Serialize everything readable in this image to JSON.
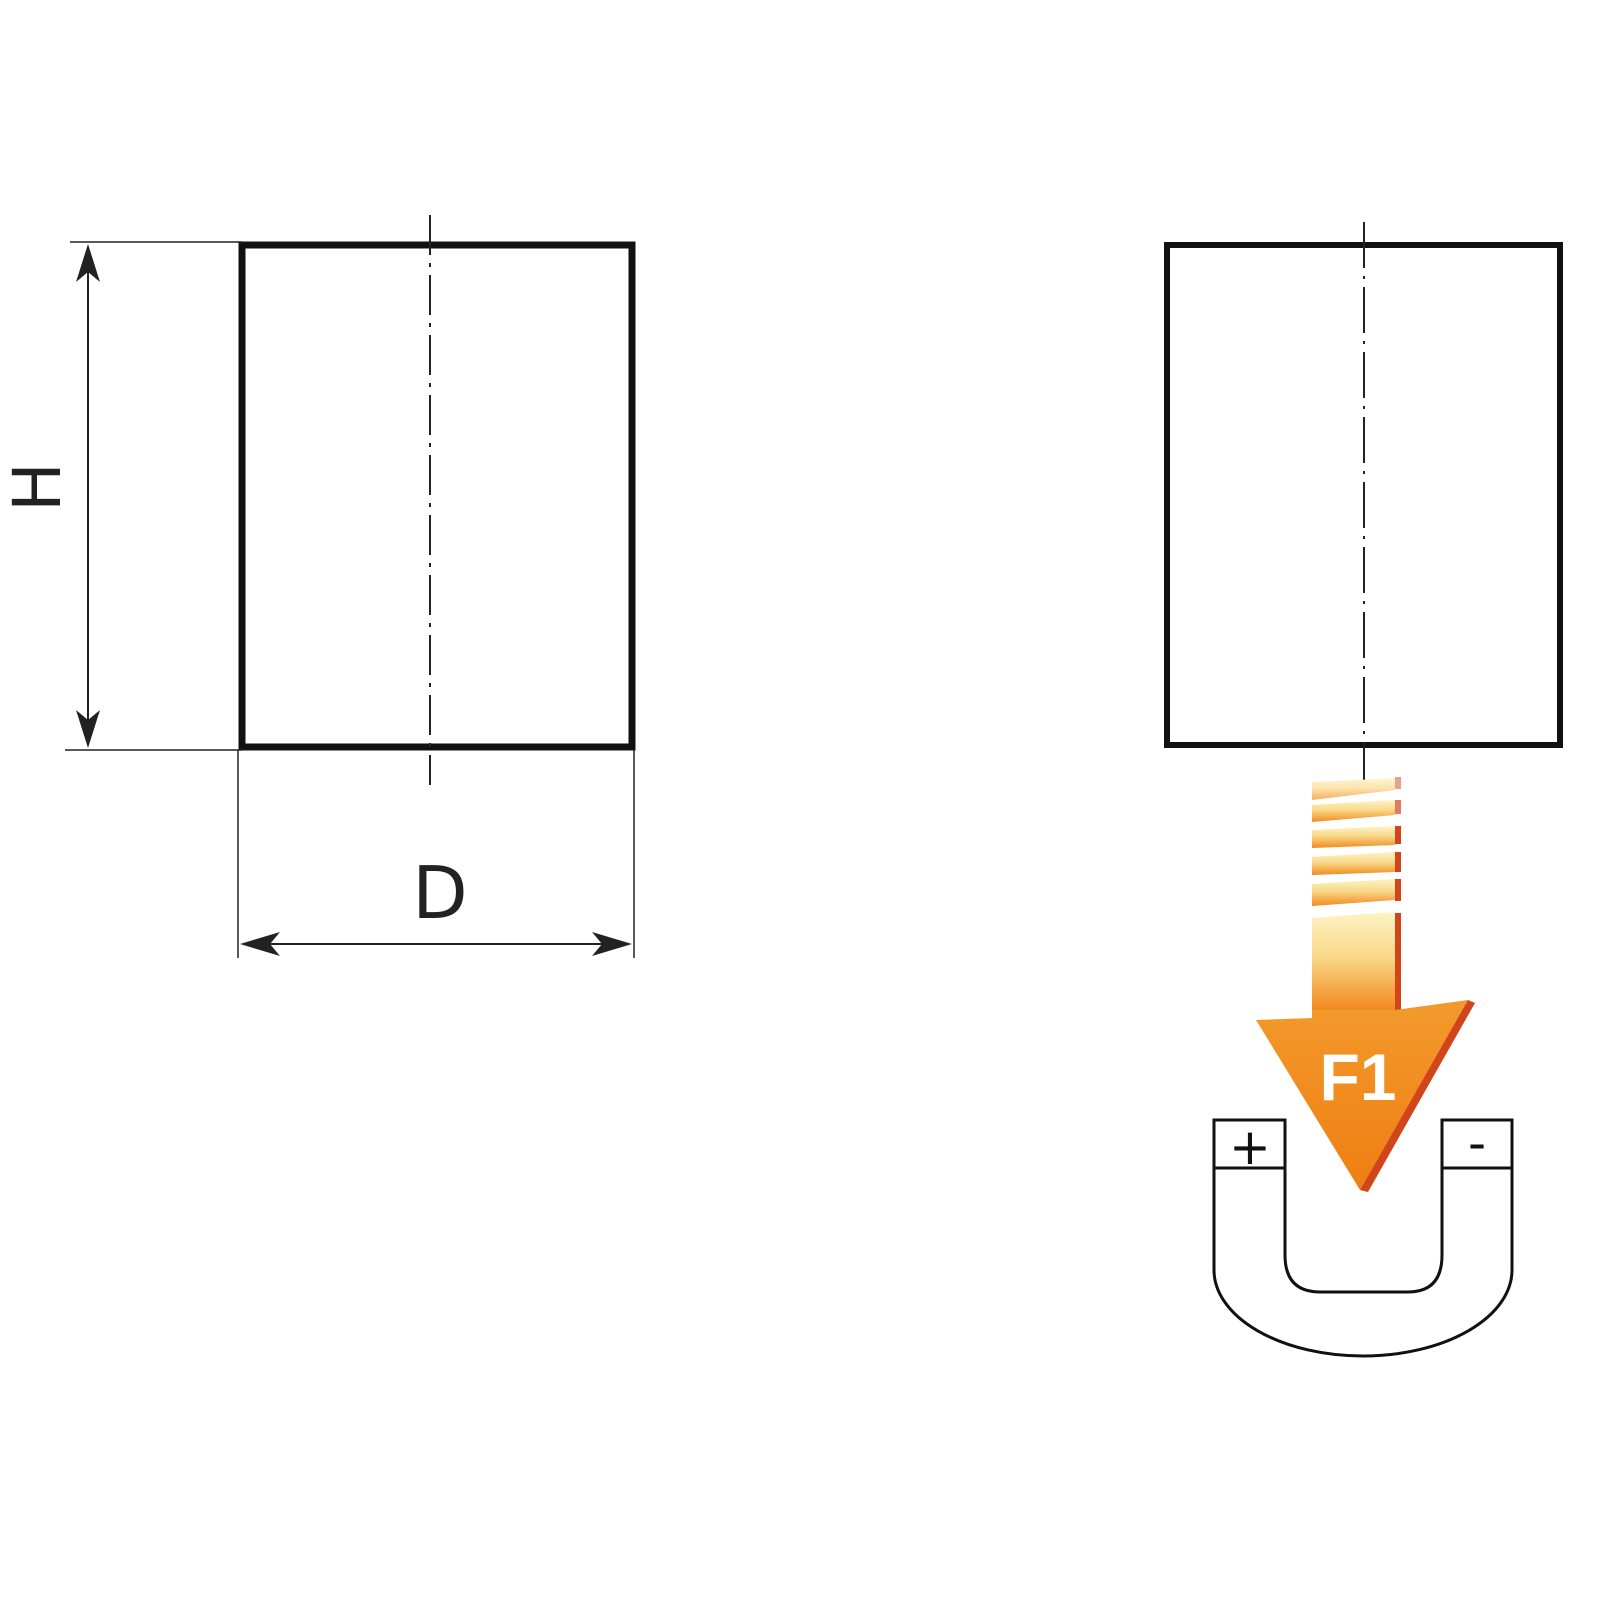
{
  "labels": {
    "height": "H",
    "diameter": "D",
    "force": "F1",
    "plus": "+",
    "minus": "-"
  },
  "colors": {
    "line": "#111111",
    "arrow_light": "#fbe9a8",
    "arrow_orange": "#f28a1e",
    "arrow_shadow": "#d2441a"
  }
}
